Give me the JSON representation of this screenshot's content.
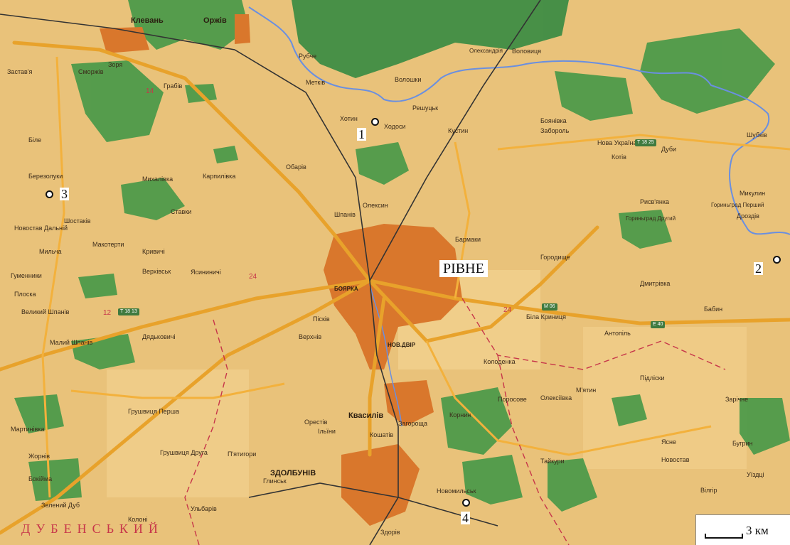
{
  "city_label": "РІВНЕ",
  "points": [
    {
      "id": "1",
      "label": "1"
    },
    {
      "id": "2",
      "label": "2"
    },
    {
      "id": "3",
      "label": "3"
    },
    {
      "id": "4",
      "label": "4"
    }
  ],
  "scale": {
    "label": "3 км"
  },
  "district_label": "ДУБЕНСЬКИЙ",
  "towns": {
    "klevan": "Клевань",
    "orzhiv": "Оржів",
    "kvasyliv": "Квасилів",
    "zdolbuniv": "ЗДОЛБУНІВ",
    "boyarka": "БОЯРКА",
    "nov_dvir": "НОВ.ДВІР",
    "shpaniv": "Шпанів"
  },
  "villages": [
    "Застав'я",
    "Сморжів",
    "Зоря",
    "Грабів",
    "Рубче",
    "Метків",
    "Воловиця",
    "Олександрія",
    "Волошки",
    "Решуцьк",
    "Ходоси",
    "Хотин",
    "Кустин",
    "Боянівка",
    "Забороль",
    "Нова Україна",
    "Котів",
    "Дуби",
    "Шубків",
    "Біле",
    "Березолуки",
    "Корнин",
    "Колоденка",
    "Городище",
    "Бармаки",
    "Олексин",
    "Ставки",
    "Обарів",
    "Карпилівка",
    "Михалівка",
    "Гориньград Перший",
    "Гориньград Другий",
    "Рисв'янка",
    "Дмитрівка",
    "Бабин",
    "Антопіль",
    "Біла Криниця",
    "Верхівськ",
    "Ясининичі",
    "Великий Шпанів",
    "Малий Шпанів",
    "Дядьковичі",
    "Пісків",
    "Верхнів",
    "Орестів",
    "Ільїни",
    "Кошатів",
    "Загороща",
    "Поросове",
    "Олексіївка",
    "М'ятин",
    "Підліски",
    "Зарічне",
    "Ясне",
    "Бугрин",
    "Новостав",
    "Уїздці",
    "Тайкури",
    "Вілгір",
    "Грушвиця Перша",
    "Грушвиця Друга",
    "П'ятигори",
    "Новомильськ",
    "Зелений Дуб",
    "Глинськ",
    "Ульбарів",
    "Здорів",
    "Микулин",
    "Дроздів",
    "Плоска",
    "Гуменники",
    "Мильча",
    "Новостав Дальній",
    "Шостаків",
    "Макотерти",
    "Кривичі",
    "Мартинівка",
    "Бокійма",
    "Жорнів",
    "Колоні"
  ],
  "route_labels": [
    "14",
    "24",
    "12",
    "24"
  ],
  "road_shields": [
    "М 06",
    "Т 18 13",
    "Т 18 25",
    "Е 40"
  ]
}
